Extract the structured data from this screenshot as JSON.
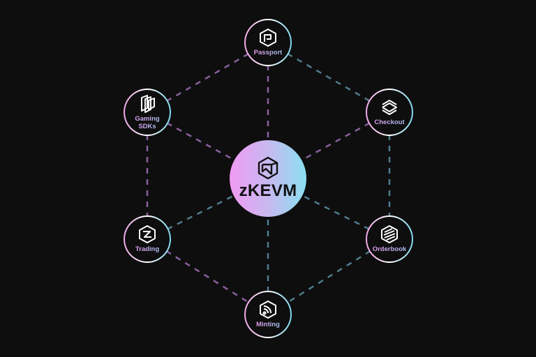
{
  "hub": {
    "label": "zKEVM",
    "icon": "cube-icon"
  },
  "nodes": [
    {
      "id": "passport",
      "label": "Passport",
      "icon": "passport-icon"
    },
    {
      "id": "checkout",
      "label": "Checkout",
      "icon": "checkout-icon"
    },
    {
      "id": "orderbook",
      "label": "Orderbook",
      "icon": "orderbook-icon"
    },
    {
      "id": "minting",
      "label": "Minting",
      "icon": "minting-icon"
    },
    {
      "id": "trading",
      "label": "Trading",
      "icon": "trading-icon"
    },
    {
      "id": "gaming-sdks",
      "label": "Gaming SDKs",
      "icon": "gaming-sdks-icon"
    }
  ],
  "colors": {
    "purple_line": "#8a5f9e",
    "teal_line": "#4f7d8c",
    "background": "#0e0e0f"
  }
}
